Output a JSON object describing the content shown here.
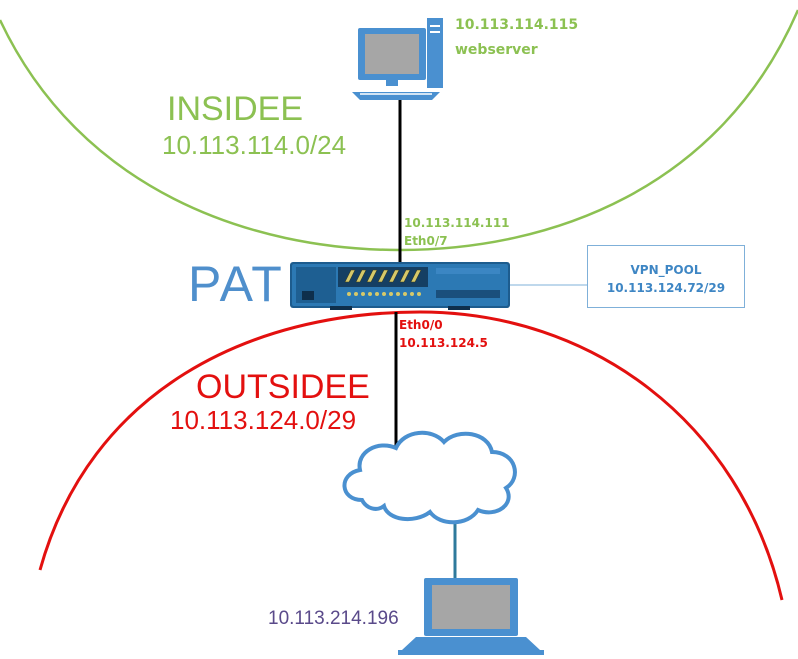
{
  "zones": {
    "inside": {
      "name": "INSIDEE",
      "network": "10.113.114.0/24"
    },
    "outside": {
      "name": "OUTSIDEE",
      "network": "10.113.124.0/29"
    }
  },
  "webserver": {
    "ip": "10.113.114.115",
    "name": "webserver",
    "icon": "desktop-computer-icon"
  },
  "firewall": {
    "label": "PAT",
    "icon": "cisco-asa-firewall-icon",
    "inside_interface": {
      "ip": "10.113.114.111",
      "port": "Eth0/7"
    },
    "outside_interface": {
      "port": "Eth0/0",
      "ip": "10.113.124.5"
    }
  },
  "vpn_pool": {
    "name": "VPN_POOL",
    "network": "10.113.124.72/29"
  },
  "internet": {
    "icon": "cloud-icon"
  },
  "client": {
    "ip": "10.113.214.196",
    "icon": "laptop-icon"
  },
  "colors": {
    "inside": "#8cc152",
    "outside": "#e3100f",
    "pat": "#4f8fcc",
    "vpn": "#3e86c4",
    "client": "#5a4a8a",
    "device_blue": "#4a90d0"
  }
}
